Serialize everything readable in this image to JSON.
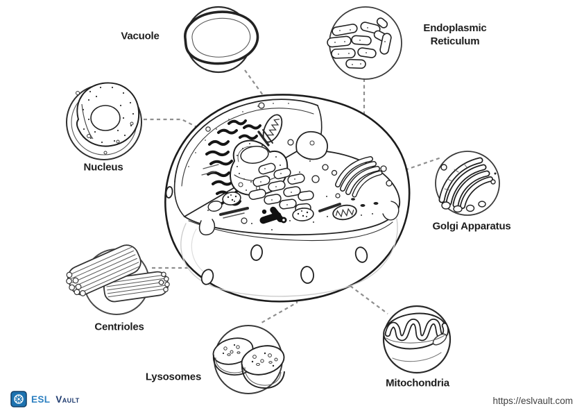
{
  "labels": {
    "vacuole": "Vacuole",
    "er_line1": "Endoplasmic",
    "er_line2": "Reticulum",
    "nucleus": "Nucleus",
    "golgi_apparatus": "Golgi Apparatus",
    "centrioles": "Centrioles",
    "lysosomes": "Lysosomes",
    "mitochondria": "Mitochondria"
  },
  "footer": {
    "logo_text_primary": "ESL",
    "logo_text_secondary": "Vault",
    "url": "https://eslvault.com"
  },
  "colors": {
    "background": "#ffffff",
    "ink": "#1d1d1d",
    "connector_gray": "#8e8e8e",
    "logo_blue": "#2b7fc0",
    "logo_navy": "#1e3a6e"
  }
}
